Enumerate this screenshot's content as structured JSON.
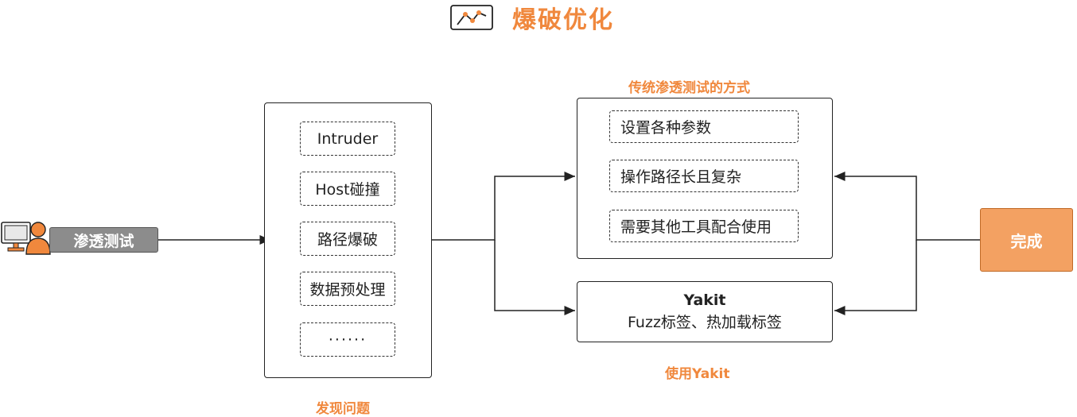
{
  "header": {
    "title": "爆破优化",
    "icon": "line-chart-icon"
  },
  "start": {
    "label": "渗透测试",
    "icon": "computer-user-icon"
  },
  "problems": {
    "items": [
      "Intruder",
      "Host碰撞",
      "路径爆破",
      "数据预处理",
      "······"
    ],
    "caption": "发现问题"
  },
  "traditional": {
    "caption": "传统渗透测试的方式",
    "items": [
      "设置各种参数",
      "操作路径长且复杂",
      "需要其他工具配合使用"
    ]
  },
  "yakit": {
    "title": "Yakit",
    "subtitle": "Fuzz标签、热加载标签",
    "caption": "使用Yakit"
  },
  "finish": {
    "label": "完成"
  },
  "colors": {
    "accent": "#f0883d",
    "done_fill": "#f3a162",
    "start_fill": "#8c8c8c"
  }
}
